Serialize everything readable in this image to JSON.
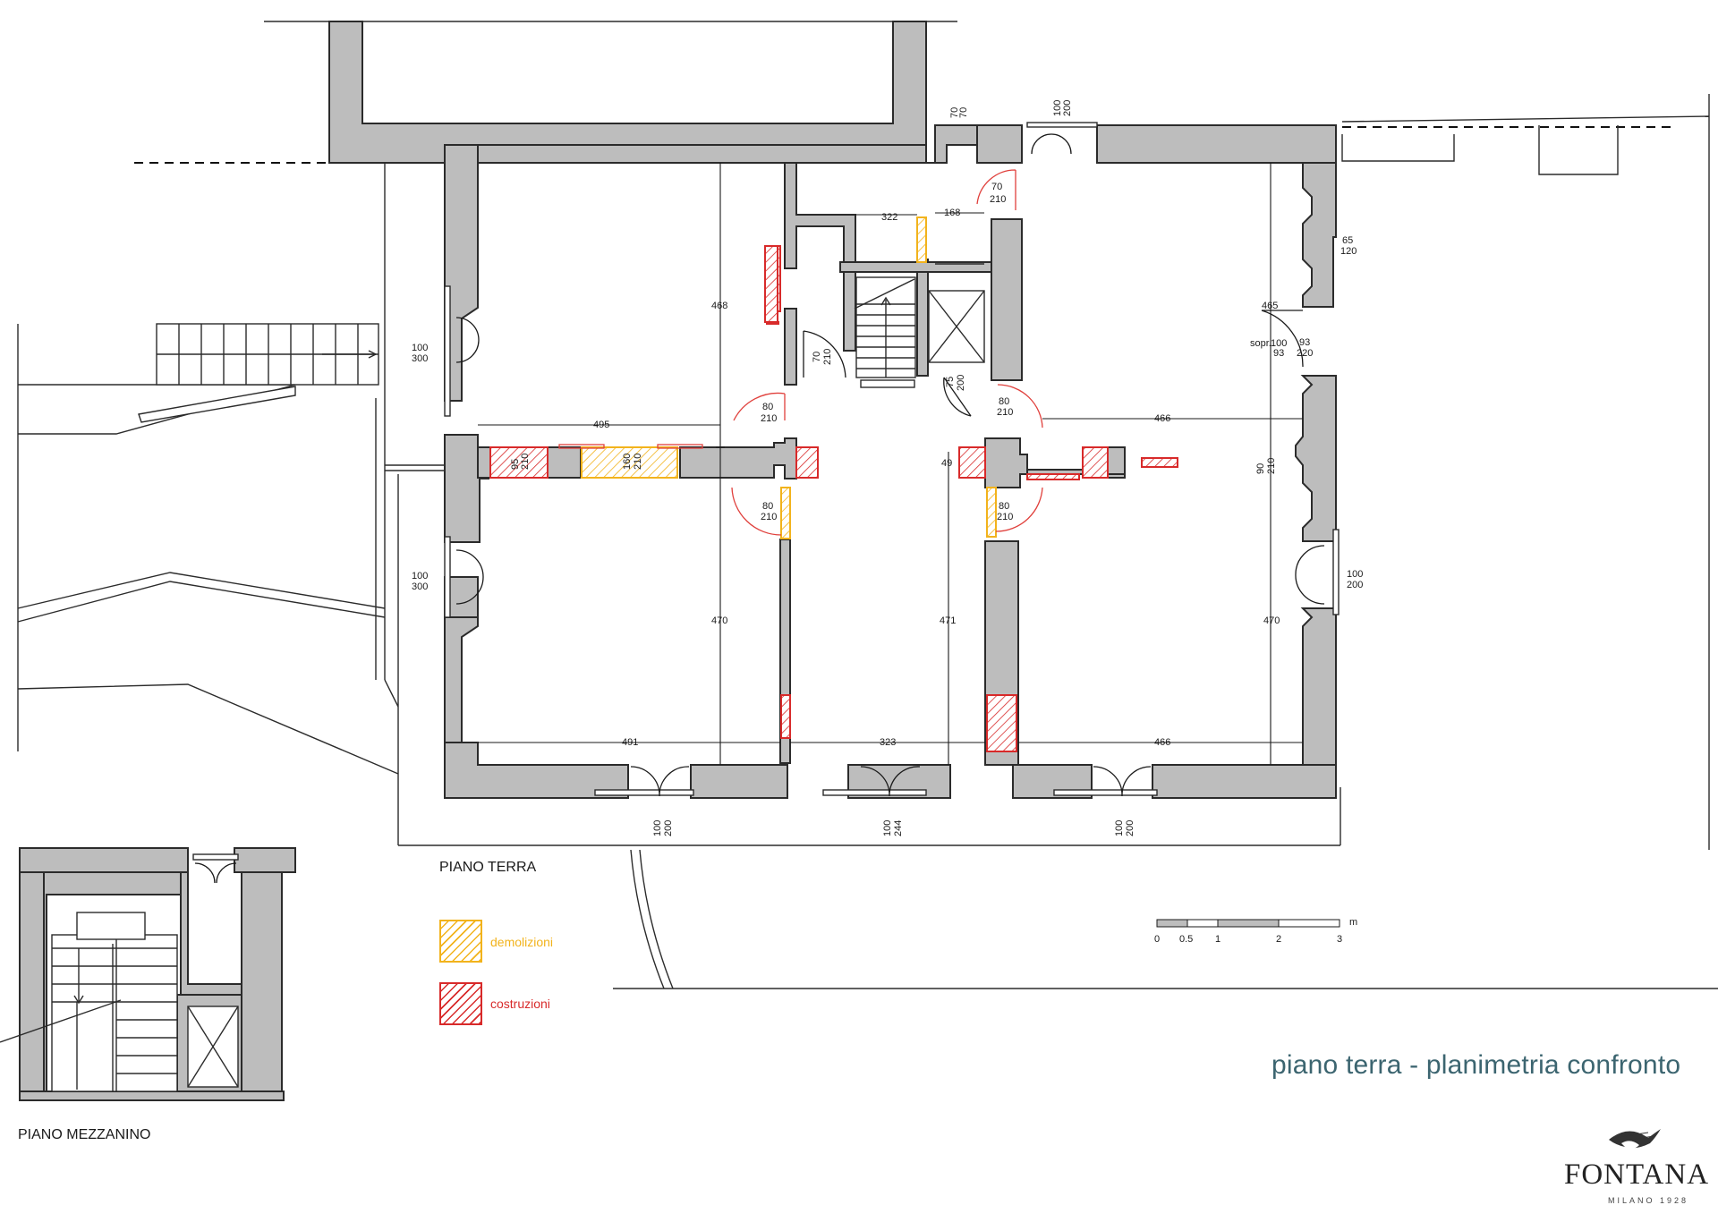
{
  "labels": {
    "piano_terra": "PIANO TERRA",
    "piano_mezzanino": "PIANO MEZZANINO",
    "title": "piano terra - planimetria confronto"
  },
  "legend": [
    {
      "key": "demolizioni",
      "label": "demolizioni",
      "color": "#f2b31c"
    },
    {
      "key": "costruzioni",
      "label": "costruzioni",
      "color": "#d82a2a"
    }
  ],
  "scale_bar": {
    "ticks": [
      "0",
      "0.5",
      "1",
      "2",
      "3"
    ],
    "unit": "m"
  },
  "brand": {
    "name": "FONTANA",
    "sub": "MILANO 1928"
  },
  "dimensions": {
    "d468": "468",
    "d470a": "470",
    "d491": "491",
    "d495": "495",
    "d322": "322",
    "d168": "168",
    "d323": "323",
    "d471": "471",
    "d466a": "466",
    "d466b": "466",
    "d465": "465",
    "d470b": "470",
    "d49": "49"
  },
  "openings": {
    "w70_70_a": "70",
    "w70_70_b": "70",
    "w100_200_top_a": "100",
    "w100_200_top_b": "200",
    "d70_210_a": "70",
    "d70_210_b": "210",
    "w65_120_a": "65",
    "w65_120_b": "120",
    "sopr_label": "sopr.",
    "w100_93_a": "100",
    "w100_93_b": "93",
    "w93_220_a": "93",
    "w93_220_b": "220",
    "w100_300_a1": "100",
    "w100_300_a2": "300",
    "w100_300_b1": "100",
    "w100_300_b2": "300",
    "d70_210_v_a": "70",
    "d70_210_v_b": "210",
    "d75_200_a": "75",
    "d75_200_b": "200",
    "d80_210_a1": "80",
    "d80_210_a2": "210",
    "d80_210_b1": "80",
    "d80_210_b2": "210",
    "d80_210_c1": "80",
    "d80_210_c2": "210",
    "d80_210_d1": "80",
    "d80_210_d2": "210",
    "d95_210_a": "95",
    "d95_210_b": "210",
    "d160_210_a": "160",
    "d160_210_b": "210",
    "d90_210_a": "90",
    "d90_210_b": "210",
    "w100_200_r_a": "100",
    "w100_200_r_b": "200",
    "b100_200_l_a": "100",
    "b100_200_l_b": "200",
    "b100_244_a": "100",
    "b100_244_b": "244",
    "b100_200_r_a": "100",
    "b100_200_r_b": "200"
  }
}
